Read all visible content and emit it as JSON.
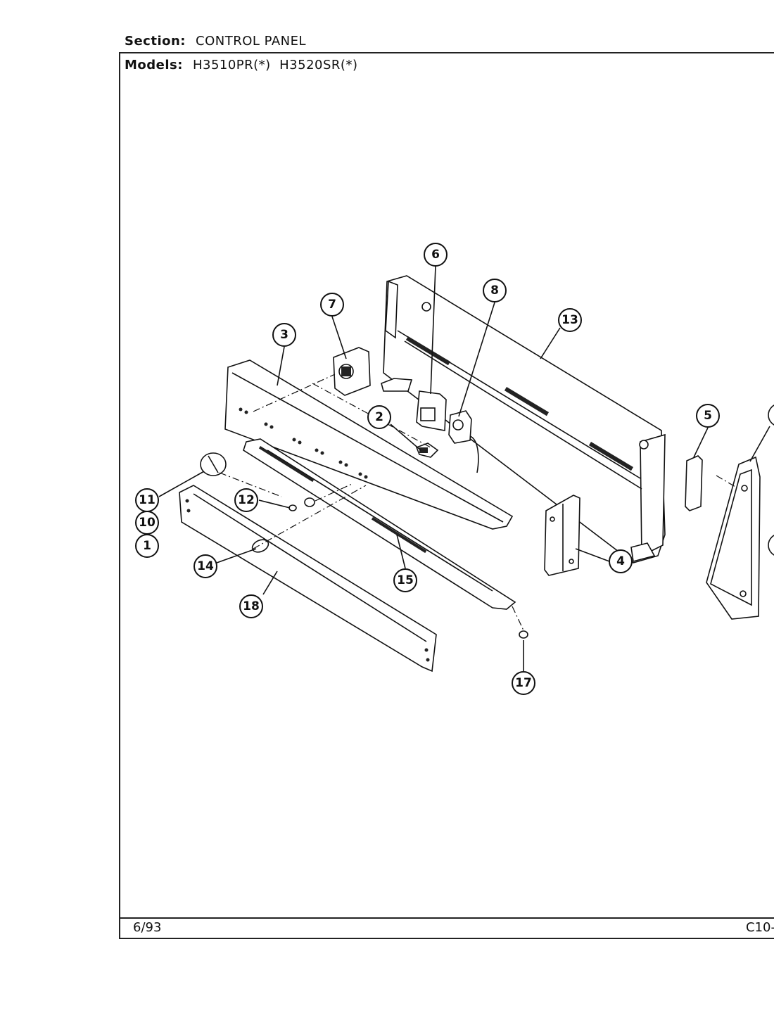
{
  "header": {
    "section_label": "Section:",
    "section_value": "CONTROL PANEL",
    "models_label": "Models:",
    "models_value": "H3510PR(*)  H3520SR(*)"
  },
  "footer": {
    "date": "6/93",
    "page": "C10-"
  },
  "callouts": [
    "6",
    "8",
    "7",
    "13",
    "3",
    "2",
    "5",
    "11",
    "12",
    "10",
    "1",
    "14",
    "15",
    "4",
    "18",
    "17"
  ]
}
